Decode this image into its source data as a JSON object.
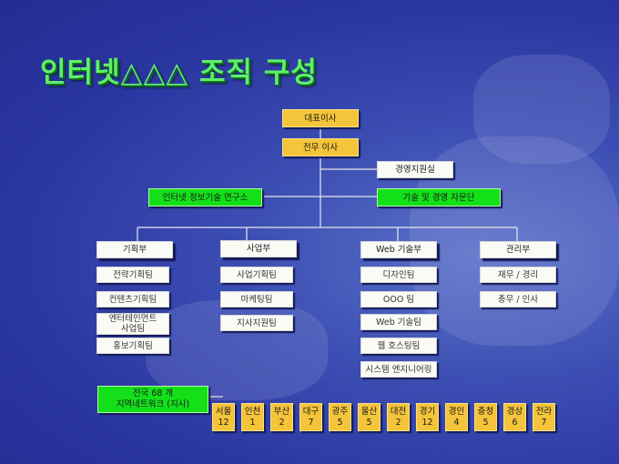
{
  "title": "인터넷△△△ 조직 구성",
  "ceo": "대표이사",
  "managing_director": "전무 이사",
  "support_office": "경영지원실",
  "left_staff": "인터넷 정보기술 연구소",
  "right_staff": "기술 및 경영 자문단",
  "departments": [
    {
      "name": "기획부",
      "teams": [
        "전략기획팀",
        "컨텐츠기획팀",
        "엔터테인먼트\n사업팀",
        "홍보기획팀"
      ]
    },
    {
      "name": "사업부",
      "teams": [
        "사업기획팀",
        "마케팅팀",
        "지사지원팀"
      ]
    },
    {
      "name": "Web 기술부",
      "teams": [
        "디자인팀",
        "OOO 팀",
        "Web 기술팀",
        "웹 호스팅팀",
        "시스템 엔지니어링"
      ]
    },
    {
      "name": "관리부",
      "teams": [
        "재무 / 경리",
        "총무 / 인사"
      ]
    }
  ],
  "network": "전국 68 개\n지역네트워크 (지사)",
  "regions": [
    {
      "name": "서울",
      "count": "12"
    },
    {
      "name": "인천",
      "count": "1"
    },
    {
      "name": "부산",
      "count": "2"
    },
    {
      "name": "대구",
      "count": "7"
    },
    {
      "name": "광주",
      "count": "5"
    },
    {
      "name": "울산",
      "count": "5"
    },
    {
      "name": "대전",
      "count": "2"
    },
    {
      "name": "경기",
      "count": "12"
    },
    {
      "name": "경인",
      "count": "4"
    },
    {
      "name": "충청",
      "count": "5"
    },
    {
      "name": "경상",
      "count": "6"
    },
    {
      "name": "전라",
      "count": "7"
    }
  ]
}
